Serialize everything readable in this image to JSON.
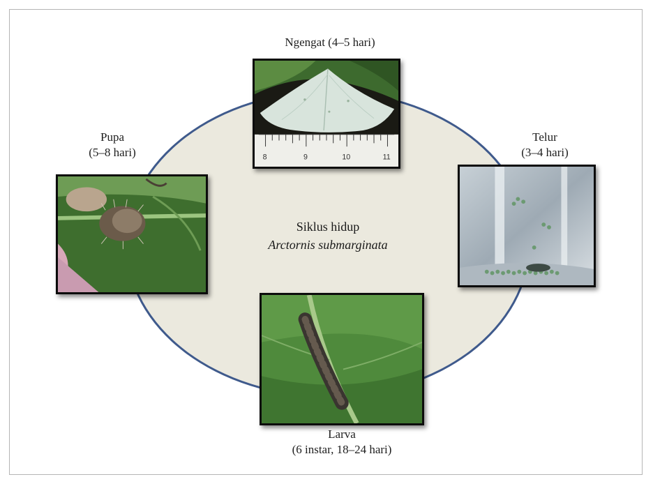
{
  "center": {
    "title": "Siklus hidup",
    "species": "Arctornis submarginata"
  },
  "stages": {
    "moth": {
      "name": "Ngengat (4–5 hari)"
    },
    "egg": {
      "name": "Telur",
      "duration": "(3–4 hari)"
    },
    "larva": {
      "name": "Larva",
      "duration": "(6 instar, 18–24 hari)"
    },
    "pupa": {
      "name": "Pupa",
      "duration": "(5–8 hari)"
    }
  },
  "ruler": {
    "ticks": [
      "8",
      "9",
      "10",
      "11"
    ]
  },
  "colors": {
    "cycle_outline": "#3f5a8c",
    "cycle_fill": "#ebe9de",
    "frame_border": "#b5b5b5"
  }
}
